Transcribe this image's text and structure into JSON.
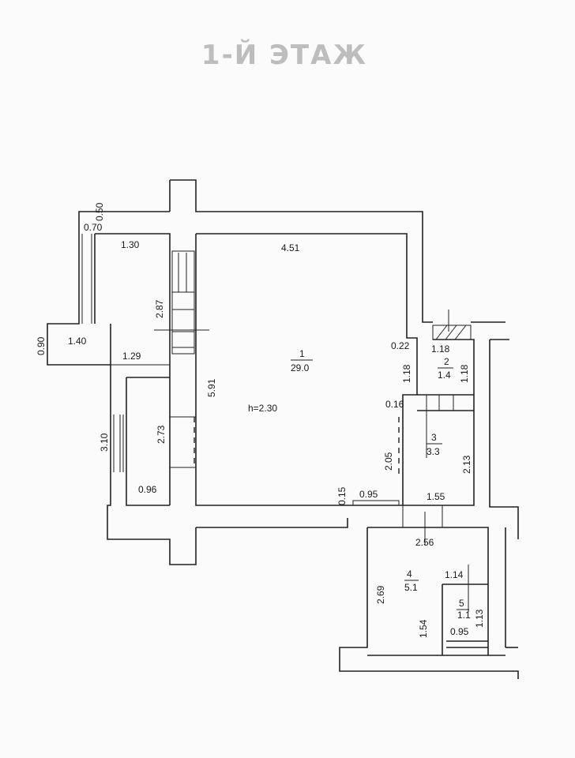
{
  "title": "1-Й ЭТАЖ",
  "ceiling_height": "h=2.30",
  "rooms": [
    {
      "number": "1",
      "area": "29.0"
    },
    {
      "number": "2",
      "area": "1.4"
    },
    {
      "number": "3",
      "area": "3.3"
    },
    {
      "number": "4",
      "area": "5.1"
    },
    {
      "number": "5",
      "area": "1.1"
    }
  ],
  "dims": {
    "d0": "0.50",
    "d1": "0.70",
    "d2": "1.30",
    "d3": "4.51",
    "d4": "2.87",
    "d5": "0.90",
    "d6": "1.40",
    "d7": "1.29",
    "d8": "5.91",
    "d9": "2.73",
    "d10": "3.10",
    "d11": "0.96",
    "d12": "0.22",
    "d13": "1.18",
    "d14": "1.18",
    "d15": "1.18",
    "d16": "0.16",
    "d17": "2.05",
    "d18": "2.13",
    "d19": "0.15",
    "d20": "0.95",
    "d21": "1.55",
    "d22": "2.56",
    "d23": "2.69",
    "d24": "1.14",
    "d25": "1.54",
    "d26": "0.95",
    "d27": "1.13"
  }
}
